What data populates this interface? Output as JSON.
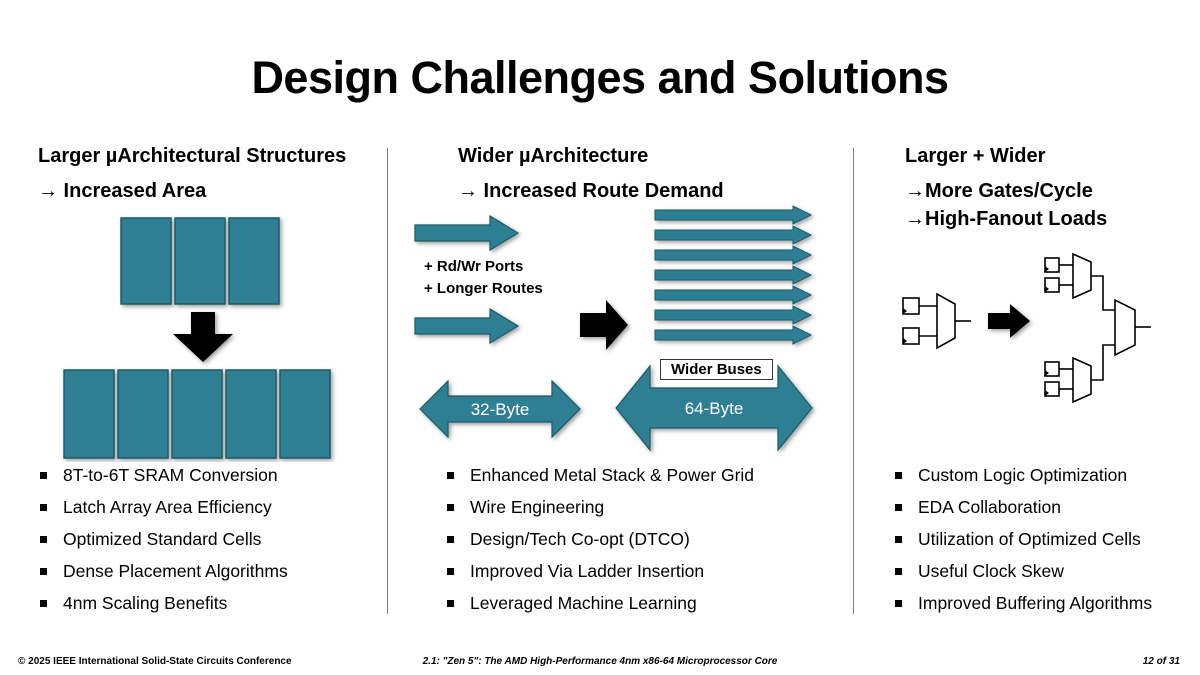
{
  "slide": {
    "title": "Design Challenges and Solutions",
    "footer": {
      "left": "© 2025 IEEE International Solid-State Circuits Conference",
      "center": "2.1: \"Zen 5\": The AMD High-Performance 4nm x86-64 Microprocessor Core",
      "right": "12 of 31"
    }
  },
  "colors": {
    "teal": "#2E7F93",
    "teal_stroke": "#1B5B68",
    "black": "#000000"
  },
  "columns": {
    "left": {
      "heading": "Larger µArchitectural Structures",
      "subheading": "→ Increased Area",
      "bullets": [
        "8T-to-6T SRAM Conversion",
        "Latch Array Area Efficiency",
        "Optimized Standard Cells",
        "Dense Placement Algorithms",
        "4nm Scaling Benefits"
      ]
    },
    "middle": {
      "heading": "Wider µArchitecture",
      "subheading": "→ Increased Route Demand",
      "annotations": {
        "ports": "+ Rd/Wr Ports",
        "routes": "+ Longer Routes",
        "wider_buses": "Wider Buses",
        "bus32": "32-Byte",
        "bus64": "64-Byte"
      },
      "bullets": [
        "Enhanced Metal Stack & Power Grid",
        "Wire Engineering",
        "Design/Tech Co-opt (DTCO)",
        "Improved Via Ladder Insertion",
        "Leveraged Machine Learning"
      ]
    },
    "right": {
      "heading": "Larger + Wider",
      "subheading1": "→More Gates/Cycle",
      "subheading2": "→High-Fanout Loads",
      "bullets": [
        "Custom Logic Optimization",
        "EDA Collaboration",
        "Utilization of Optimized Cells",
        "Useful Clock Skew",
        "Improved Buffering Algorithms"
      ]
    }
  }
}
